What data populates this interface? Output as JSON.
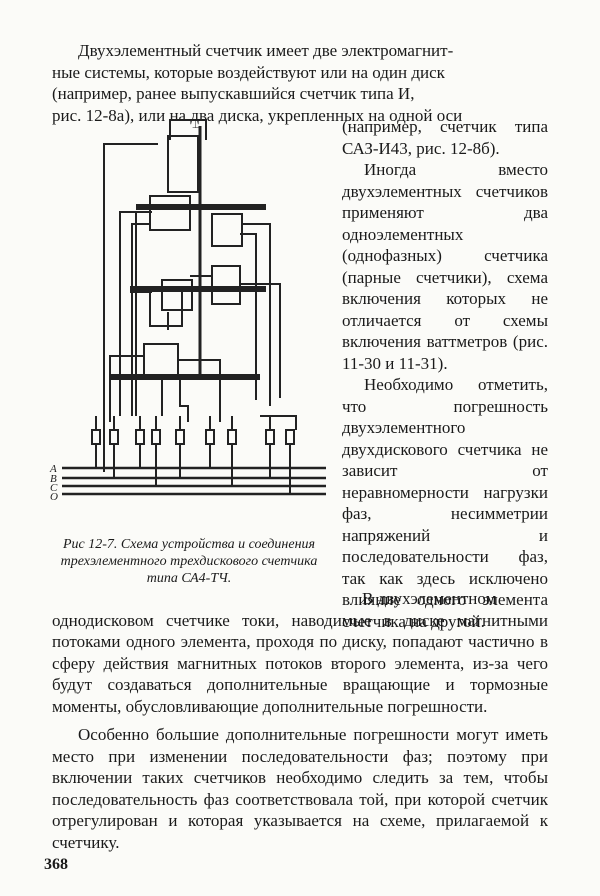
{
  "paragraph1_lines": [
    "Двухэлементный счетчик имеет две электромагнит-",
    "ные системы, которые воздействуют или на один диск",
    "(например, ранее выпускавшийся счетчик типа И,",
    "рис. 12-8а), или на два диска, укрепленных на одной оси"
  ],
  "right_col": {
    "p2": "(например, счетчик типа САЗ-И43, рис. 12-8б).",
    "p3": "Иногда вместо двухэлементных счетчиков применяют два одноэлементных (однофазных) счетчика (парные счетчики), схема включения которых не отличается от схемы включения ваттметров (рис. 11-30 и 11-31).",
    "p4": "Необходимо отметить, что погрешность двухэлементного двухдискового счетчика не зависит от неравномерности нагрузки фаз, несимметрии напряжений и последовательности фаз, так как здесь исключено влияние одного элемента счетчика на другой."
  },
  "paragraph4": {
    "lead": "В двухэлементном",
    "rest": "однодисковом счетчике токи, наводимые в диске магнитными потоками одного элемента, проходя по диску, попадают частично в сферу действия магнитных потоков второго элемента, из-за чего будут создаваться дополнительные вращающие и тормозные моменты, обусловливающие дополнительные погрешности."
  },
  "paragraph5": "Особенно большие дополнительные погрешности могут иметь место при изменении последовательности фаз; поэтому при включении таких счетчиков необходимо следить за тем, чтобы последовательность фаз соответствовала той, при которой счетчик отрегулирован и которая указывается на схеме, прилагаемой к счетчику.",
  "figure": {
    "caption": "Рис 12-7. Схема устройства и соединения трехэлементного трехдискового счетчика типа СА4-ТЧ.",
    "phase_labels": [
      "A",
      "B",
      "C",
      "O"
    ],
    "shaft_mark": "⌶"
  },
  "page_number": "368"
}
